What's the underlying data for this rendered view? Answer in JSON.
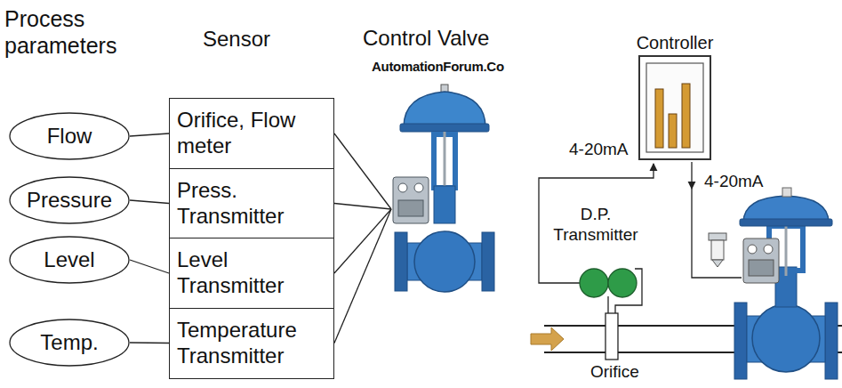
{
  "diagram": {
    "nodes": [
      {
        "text": [
          "Flow"
        ]
      },
      {
        "text": [
          "Pressure"
        ]
      },
      {
        "text": [
          "Level"
        ]
      },
      {
        "text": [
          "Temp."
        ]
      },
      {
        "text": [
          "Orifice, Flow meter"
        ]
      },
      {
        "text": [
          "Press. Transmitter"
        ]
      },
      {
        "text": [
          "Level Transmitter"
        ]
      },
      {
        "text": [
          "Temperature Transmitter"
        ]
      },
      {
        "text": [
          "Control Valve"
        ]
      },
      {
        "text": [
          "Controller"
        ]
      }
    ],
    "edges": [
      {
        "from": 0,
        "to": 4,
        "arrow": "none"
      },
      {
        "from": 1,
        "to": 5,
        "arrow": "none"
      },
      {
        "from": 2,
        "to": 6,
        "arrow": "none"
      },
      {
        "from": 3,
        "to": 7,
        "arrow": "none"
      },
      {
        "from": 4,
        "to": 8,
        "arrow": "none"
      },
      {
        "from": 5,
        "to": 8,
        "arrow": "none"
      },
      {
        "from": 6,
        "to": 8,
        "arrow": "none"
      },
      {
        "from": 7,
        "to": 8,
        "arrow": "none"
      }
    ],
    "labels": [
      "Process parameters",
      "Sensor",
      "AutomationForum.Co",
      "4-20mA",
      "D.P. Transmitter",
      "4-20mA",
      "Orifice"
    ]
  }
}
